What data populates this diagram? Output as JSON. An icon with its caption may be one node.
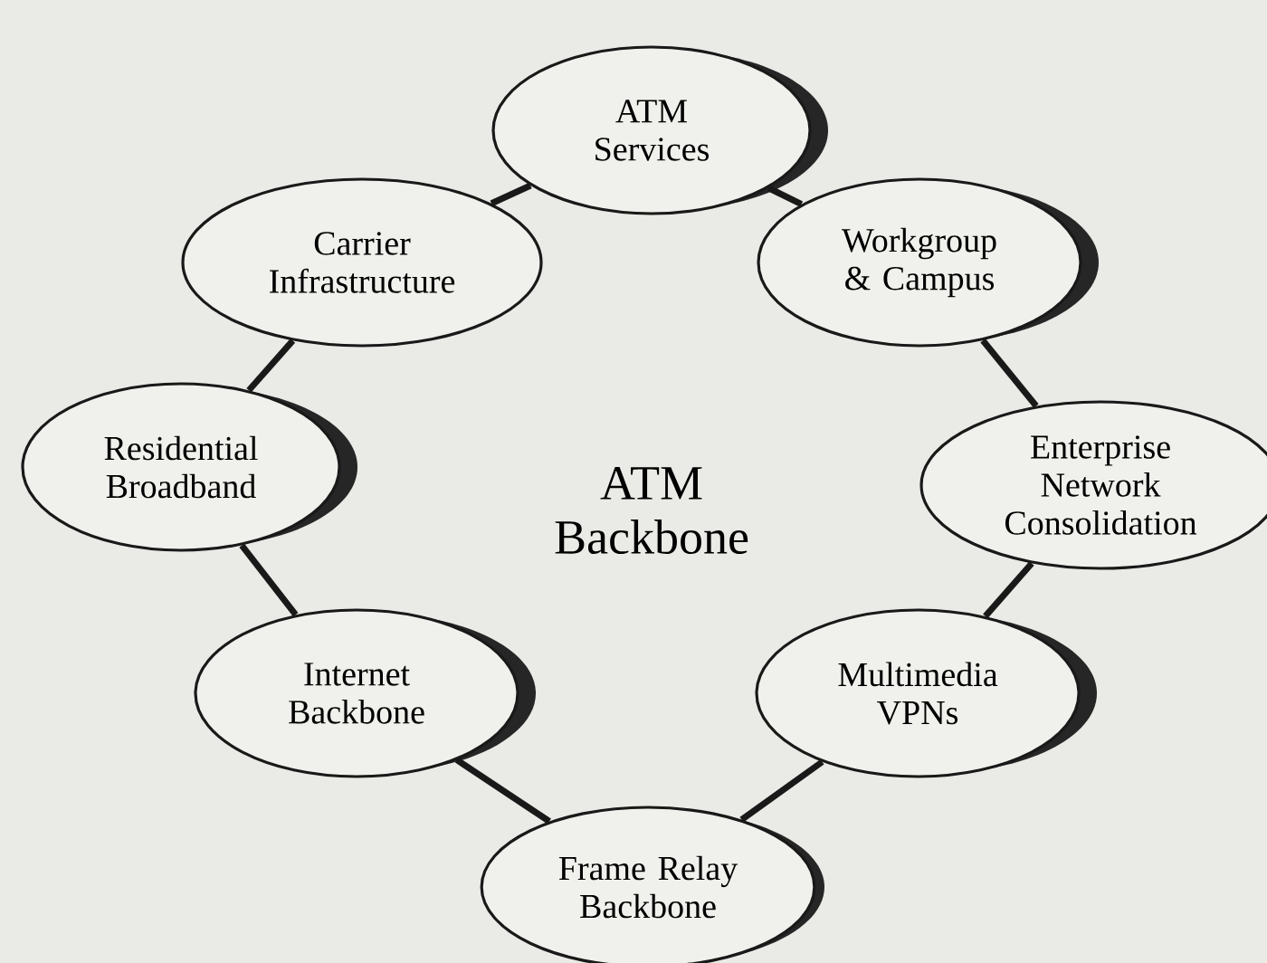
{
  "diagram": {
    "nodes": [
      {
        "text": [
          "ATM Services"
        ]
      },
      {
        "text": [
          "Carrier Infrastructure"
        ]
      },
      {
        "text": [
          "Workgroup & Campus"
        ]
      },
      {
        "text": [
          "Residential Broadband"
        ]
      },
      {
        "text": [
          "Enterprise Network Consolidation"
        ]
      },
      {
        "text": [
          "Internet Backbone"
        ]
      },
      {
        "text": [
          "Multimedia VPNs"
        ]
      },
      {
        "text": [
          "Frame Relay Backbone"
        ]
      }
    ],
    "edges": [
      {
        "from": 0,
        "to": 2,
        "arrow": "none"
      },
      {
        "from": 2,
        "to": 4,
        "arrow": "none"
      },
      {
        "from": 4,
        "to": 6,
        "arrow": "none"
      },
      {
        "from": 6,
        "to": 7,
        "arrow": "none"
      },
      {
        "from": 7,
        "to": 5,
        "arrow": "none"
      },
      {
        "from": 5,
        "to": 3,
        "arrow": "none"
      },
      {
        "from": 3,
        "to": 1,
        "arrow": "none"
      },
      {
        "from": 1,
        "to": 0,
        "arrow": "none"
      }
    ],
    "labels": [
      "ATM Backbone"
    ]
  }
}
